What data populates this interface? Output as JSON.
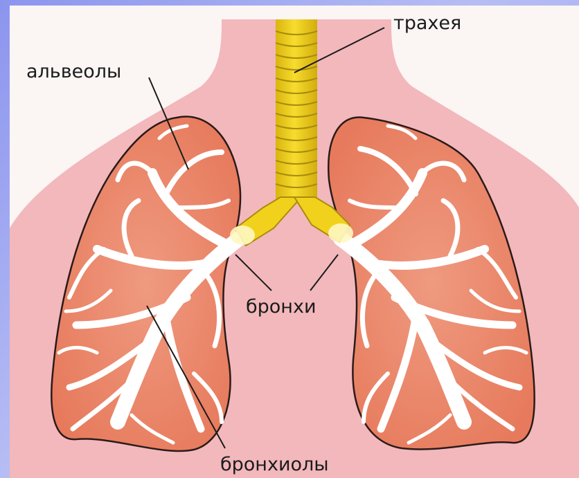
{
  "labels": {
    "trachea": "трахея",
    "alveoli": "альвеолы",
    "bronchi": "бронхи",
    "bronchioles": "бронхиолы"
  },
  "colors": {
    "background": "#9aa3ef",
    "body": "#f2b8bb",
    "lung_tissue": "#e97f62",
    "lung_fill": "#ec8f74",
    "airway": "#ffffff",
    "trachea": "#f2d11c",
    "trachea_ring": "#b89a10",
    "outline": "#2a1a1a"
  },
  "icons": [
    "lungs-illustration",
    "trachea-illustration"
  ]
}
